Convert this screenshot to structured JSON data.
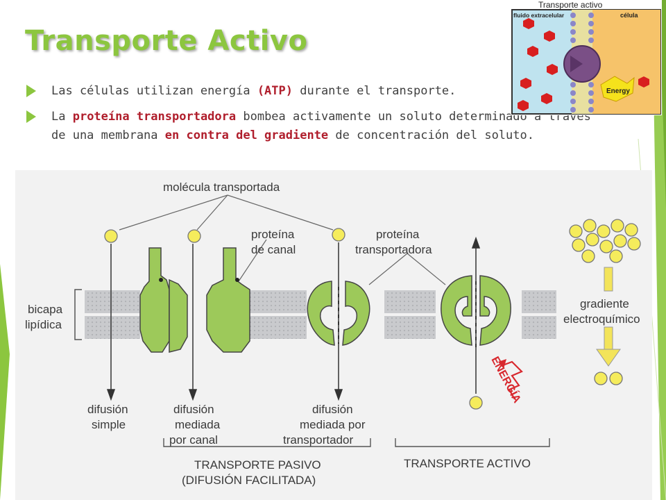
{
  "slide": {
    "title": "Transporte Activo",
    "bullets": [
      {
        "parts": [
          {
            "text": "Las células utilizan energía ",
            "hl": false
          },
          {
            "text": "(ATP)",
            "hl": true
          },
          {
            "text": " durante el transporte.",
            "hl": false
          }
        ]
      },
      {
        "parts": [
          {
            "text": "La ",
            "hl": false
          },
          {
            "text": "proteína transportadora",
            "hl": true
          },
          {
            "text": " bombea activamente un soluto determinado a través de una membrana ",
            "hl": false
          },
          {
            "text": "en contra del gradiente",
            "hl": true
          },
          {
            "text": " de concentración del soluto.",
            "hl": false
          }
        ]
      }
    ]
  },
  "thumbnail": {
    "title": "Transporte activo",
    "left_label": "fluido extracelular",
    "right_label": "célula",
    "energy_label": "Energy"
  },
  "diagram": {
    "transported_molecule": "molécula transportada",
    "channel_protein_1": "proteína",
    "channel_protein_2": "de canal",
    "carrier_protein_1": "proteína",
    "carrier_protein_2": "transportadora",
    "bilayer_1": "bicapa",
    "bilayer_2": "lipídica",
    "gradient_1": "gradiente",
    "gradient_2": "electroquímico",
    "energy": "ENERGÍA",
    "simple_1": "difusión",
    "simple_2": "simple",
    "channel_diff_1": "difusión",
    "channel_diff_2": "mediada",
    "channel_diff_3": "por canal",
    "carrier_diff_1": "difusión",
    "carrier_diff_2": "mediada por",
    "carrier_diff_3": "transportador",
    "passive_1": "TRANSPORTE PASIVO",
    "passive_2": "(DIFUSIÓN FACILITADA)",
    "active": "TRANSPORTE ACTIVO"
  },
  "colors": {
    "accent": "#8cc63f",
    "highlight": "#b01e2c",
    "protein": "#9dc95a",
    "molecule": "#f5ec5c"
  }
}
